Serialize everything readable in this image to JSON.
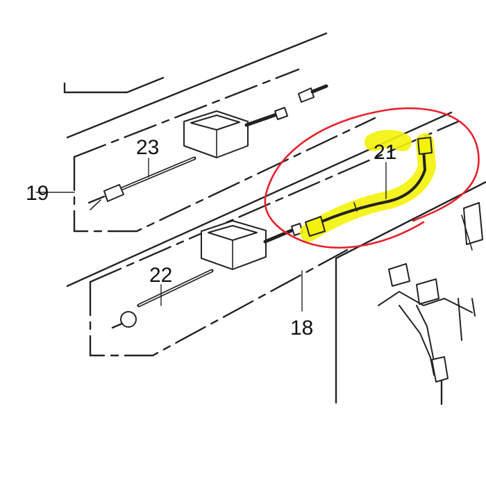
{
  "diagram": {
    "callouts": [
      {
        "id": "19",
        "label": "19"
      },
      {
        "id": "23",
        "label": "23"
      },
      {
        "id": "22",
        "label": "22"
      },
      {
        "id": "21",
        "label": "21"
      },
      {
        "id": "18",
        "label": "18"
      }
    ],
    "annotations": {
      "circle_color": "#e8202a",
      "highlight_color": "#f4f20a",
      "highlighted_part": "21"
    }
  }
}
